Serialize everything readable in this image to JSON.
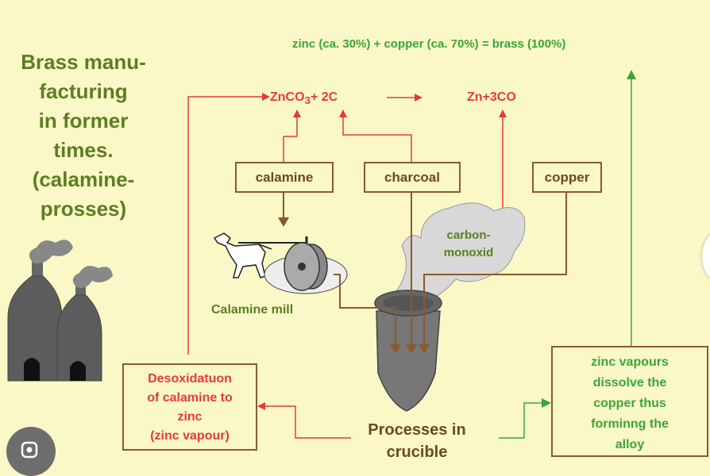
{
  "title": "Brass manu-\nfacturing\nin former\ntimes.\n(calamine-\nprosses)",
  "equation_top": "zinc (ca. 30%) + copper (ca. 70%) = brass (100%)",
  "reaction_left": "ZnCO",
  "reaction_sub": "3",
  "reaction_right": "+ 2C",
  "reaction_product": "Zn+3CO",
  "boxes": {
    "calamine": "calamine",
    "charcoal": "charcoal",
    "copper": "copper",
    "desoxidation": "Desoxidatuon\nof calamine to\nzinc\n(zinc vapour)",
    "zinc_vapours": "zinc vapours\ndissolve the\ncopper thus\nforminng the\nalloy"
  },
  "labels": {
    "carbon_monoxid": "carbon-\nmonoxid",
    "calamine_mill": "Calamine mill",
    "crucible": "Processes in\ncrucible"
  },
  "colors": {
    "background": "#fbf8c7",
    "red": "#e8383d",
    "green": "#3aa53a",
    "brown": "#8a5a2b",
    "title_green": "#5b7f22"
  },
  "icons": [
    "horse-icon",
    "millstone-icon",
    "furnace-icon",
    "smoke-icon",
    "crucible-icon",
    "lens-icon"
  ]
}
